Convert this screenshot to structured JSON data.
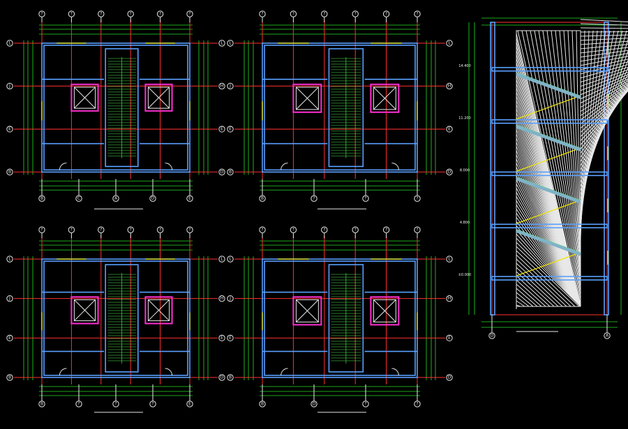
{
  "plans": [
    {
      "id": "plan1",
      "top_axes": [
        "?",
        "?",
        "?",
        "?",
        "?",
        "?"
      ],
      "bottom_axes": [
        "B",
        "C",
        "A",
        "D",
        "E"
      ],
      "left_axes": [
        "L",
        "J",
        "E",
        "B"
      ],
      "right_axes": [
        "L",
        "H",
        "E",
        "D"
      ]
    },
    {
      "id": "plan2",
      "top_axes": [
        "?",
        "?",
        "?",
        "?",
        "?",
        "?"
      ],
      "bottom_axes": [
        "B",
        "?",
        "?",
        "?"
      ],
      "left_axes": [
        "L",
        "J",
        "E",
        "B"
      ],
      "right_axes": [
        "L",
        "H",
        "E",
        "D"
      ]
    },
    {
      "id": "plan3",
      "top_axes": [
        "?",
        "?",
        "?",
        "?",
        "?",
        "?"
      ],
      "bottom_axes": [
        "B",
        "?",
        "?",
        "?",
        "E"
      ],
      "left_axes": [
        "L",
        "J",
        "E",
        "B"
      ],
      "right_axes": [
        "L",
        "H",
        "E",
        "D"
      ]
    },
    {
      "id": "plan4",
      "top_axes": [
        "?",
        "?",
        "?",
        "?",
        "?",
        "?"
      ],
      "bottom_axes": [
        "B",
        "D",
        "?",
        "?"
      ],
      "left_axes": [
        "L",
        "J",
        "E",
        "B"
      ],
      "right_axes": [
        "L",
        "H",
        "E",
        "D"
      ]
    }
  ],
  "section": {
    "bottom_axes": [
      "D",
      "A"
    ],
    "level_marks": [
      "14.400",
      "11.200",
      "8.000",
      "4.800",
      "±0.000"
    ]
  },
  "colors": {
    "background": "#000000",
    "axis": "#e8e8e8",
    "dimension": "#25e025",
    "wall": "#5aa0ff",
    "partition": "#ff2fd2",
    "highlight": "#f2e600",
    "stair": "#4ff04f"
  }
}
